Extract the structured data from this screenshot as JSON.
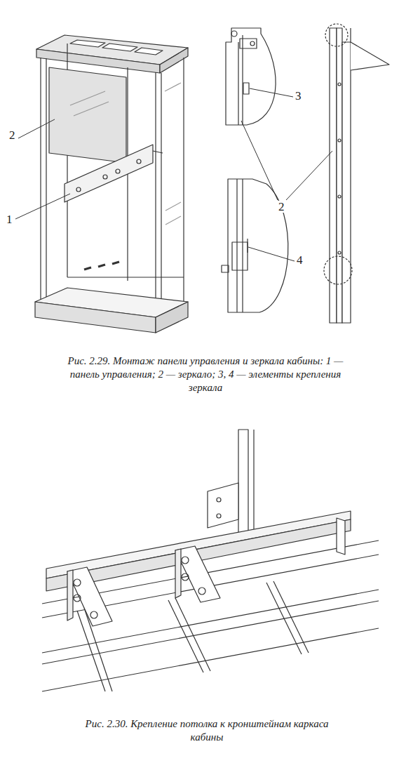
{
  "diagram": {
    "labels": [
      "2",
      "1",
      "3",
      "2",
      "4",
      "Рис. 2.29. Монтаж панели управления и зеркала кабины: 1 — панель управления; 2 — зеркало; 3, 4 — элементы крепления зеркала",
      "Рис. 2.30. Крепление потолка к кронштейнам каркаса кабины"
    ]
  }
}
